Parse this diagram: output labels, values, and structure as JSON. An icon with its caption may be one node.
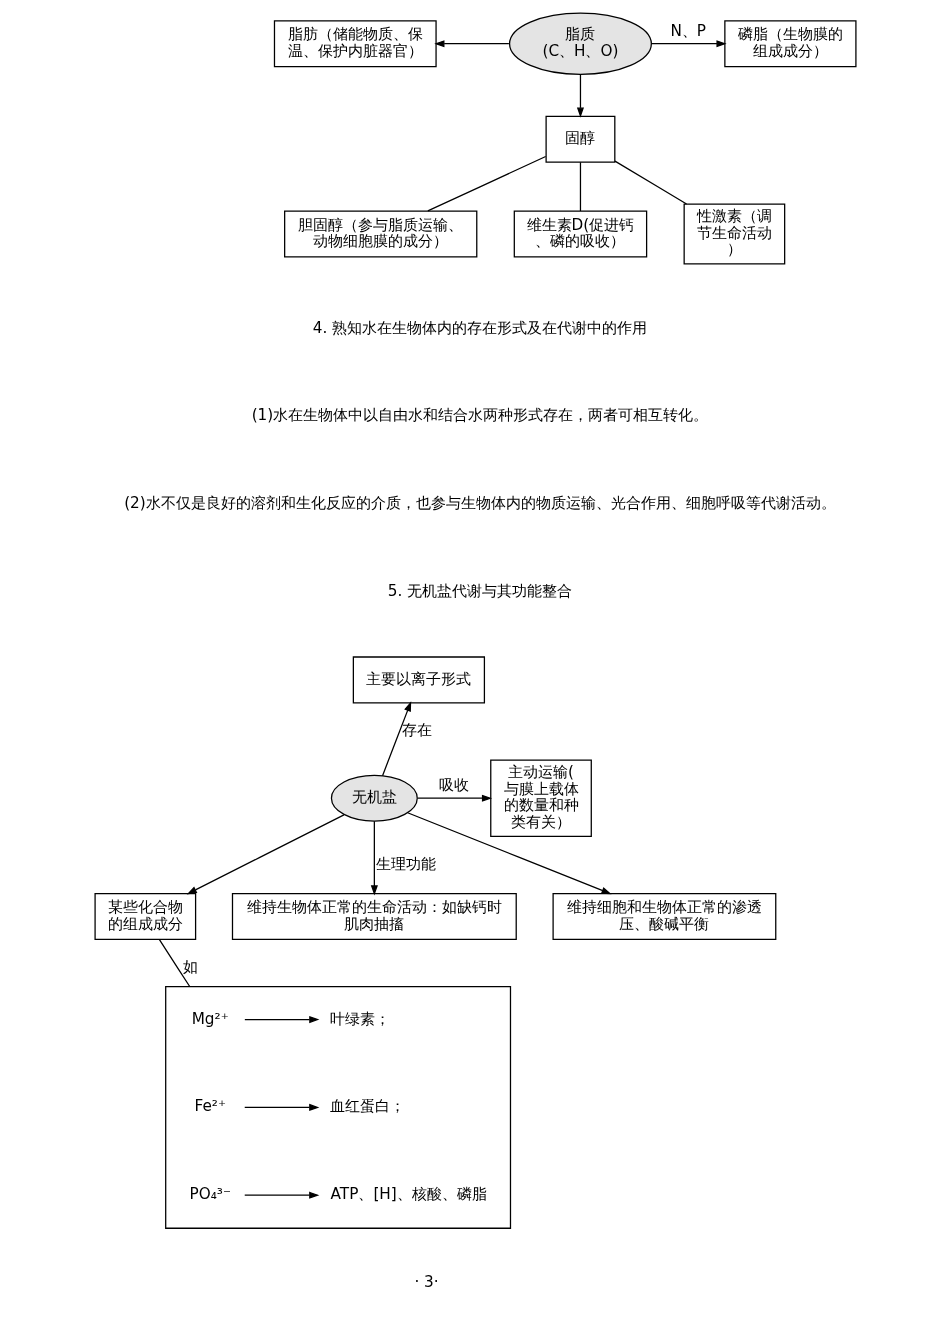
{
  "diagram": {
    "nodes": [
      {
        "text": [
          "脂质",
          "(C、H、O)"
        ]
      },
      {
        "text": [
          "脂肪（储能物质、保温、保护内脏器官）"
        ]
      },
      {
        "text": [
          "磷脂（生物膜的组成成分）"
        ]
      },
      {
        "text": [
          "固醇"
        ]
      },
      {
        "text": [
          "胆固醇（参与脂质运输、动物细胞膜的成分）"
        ]
      },
      {
        "text": [
          "维生素D(促进钙、磷的吸收）"
        ]
      },
      {
        "text": [
          "性激素（调节生命活动）"
        ]
      },
      {
        "text": [
          "无机盐"
        ]
      },
      {
        "text": [
          "主要以离子形式"
        ]
      },
      {
        "text": [
          "主动运输(与膜上载体的数量和种类有关）"
        ]
      },
      {
        "text": [
          "某些化合物的组成成分"
        ]
      },
      {
        "text": [
          "维持生物体正常的生命活动：如缺钙时肌肉抽搐"
        ]
      },
      {
        "text": [
          "维持细胞和生物体正常的渗透压、酸碱平衡"
        ]
      },
      {
        "text": [],
        "shape": "box"
      },
      {
        "text": [
          "Mg²⁺"
        ],
        "in": 13
      },
      {
        "text": [
          "叶绿素；"
        ],
        "in": 13
      },
      {
        "text": [
          "Fe²⁺"
        ],
        "in": 13
      },
      {
        "text": [
          "血红蛋白；"
        ],
        "in": 13
      },
      {
        "text": [
          "PO₄³⁻"
        ],
        "in": 13
      },
      {
        "text": [
          "ATP、[H]、核酸、磷脂"
        ],
        "in": 13
      }
    ],
    "edges": [
      {
        "from": 0,
        "to": 1,
        "arrow": "to"
      },
      {
        "from": 0,
        "to": 2,
        "arrow": "to",
        "label": "N、P"
      },
      {
        "from": 0,
        "to": 3,
        "arrow": "to"
      },
      {
        "from": 3,
        "to": 4,
        "arrow": "none"
      },
      {
        "from": 3,
        "to": 5,
        "arrow": "none"
      },
      {
        "from": 3,
        "to": 6,
        "arrow": "none"
      },
      {
        "from": 7,
        "to": 8,
        "arrow": "to",
        "label": "存在"
      },
      {
        "from": 7,
        "to": 9,
        "arrow": "to",
        "label": "吸收"
      },
      {
        "from": 7,
        "to": 10,
        "arrow": "to"
      },
      {
        "from": 7,
        "to": 11,
        "arrow": "to",
        "label": "生理功能"
      },
      {
        "from": 7,
        "to": 12,
        "arrow": "to"
      },
      {
        "from": 10,
        "to": 13,
        "arrow": "none",
        "label": "如"
      },
      {
        "from": 14,
        "to": 15,
        "arrow": "to"
      },
      {
        "from": 16,
        "to": 17,
        "arrow": "to"
      },
      {
        "from": 18,
        "to": 19,
        "arrow": "to"
      }
    ],
    "labels": [
      "4. 熟知水在生物体内的存在形式及在代谢中的作用",
      "(1)水在生物体中以自由水和结合水两种形式存在，两者可相互转化。",
      "(2)水不仅是良好的溶剂和生化反应的介质，也参与生物体内的物质运输、光合作用、细胞呼吸等代谢活动。",
      "5. 无机盐代谢与其功能整合",
      "· 3·"
    ]
  }
}
